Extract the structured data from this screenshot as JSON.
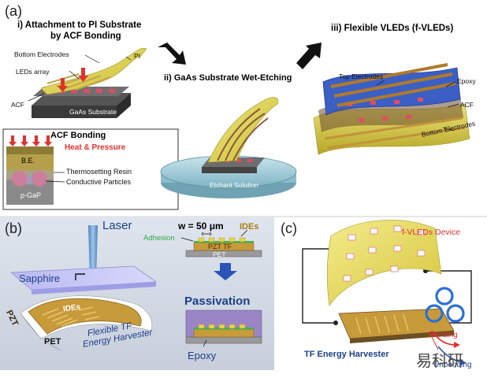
{
  "panel_a": {
    "label": "(a)",
    "step1_title_line1": "i)  Attachment to PI Substrate",
    "step1_title_line2": "by ACF Bonding",
    "bottom_electrodes": "Bottom Electrodes",
    "pi": "PI",
    "leds_array": "LEDs array",
    "acf": "ACF",
    "gaas_substrate": "GaAs Substrate",
    "step2_title": "ii) GaAs Substrate Wet-Etching",
    "etchant_solution": "Etchant Solution",
    "step3_title": "iii)  Flexible VLEDs (f-VLEDs)",
    "top_electrodes": "Top Electrodes",
    "epoxy": "Epoxy",
    "acf_right": "ACF",
    "bottom_electrodes_right": "Bottom Electrodes",
    "inset": {
      "title": "ACF Bonding",
      "heat_pressure": "Heat & Pressure",
      "be": "B.E.",
      "thermosetting_resin": "Thermosetting Resin",
      "conductive_particles": "Conductive Particles",
      "p_gap": "p-GaP"
    }
  },
  "panel_b": {
    "label": "(b)",
    "laser": "Laser",
    "sapphire": "Sapphire",
    "ides_device": "IDEs",
    "pzt": "PZT",
    "pet": "PET",
    "harvester_line1": "Flexible TF",
    "harvester_line2": "Energy Harvester",
    "width": "w = 50 μm",
    "ides": "IDEs",
    "adhesion": "Adhesion",
    "pzt_tf": "PZT TF",
    "pet_layer": "PET",
    "passivation": "Passivation",
    "epoxy": "Epoxy"
  },
  "panel_c": {
    "label": "(c)",
    "device": "f-VLEDs Device",
    "harvester": "TF Energy Harvester",
    "bending": "Bending",
    "unbending": "Unbending"
  },
  "watermark": {
    "text": "易科研"
  },
  "colors": {
    "gold": "#e3d85c",
    "blue_accent": "#1d3f8a",
    "red_accent": "#e0312d",
    "green_accent": "#2ea84a"
  }
}
